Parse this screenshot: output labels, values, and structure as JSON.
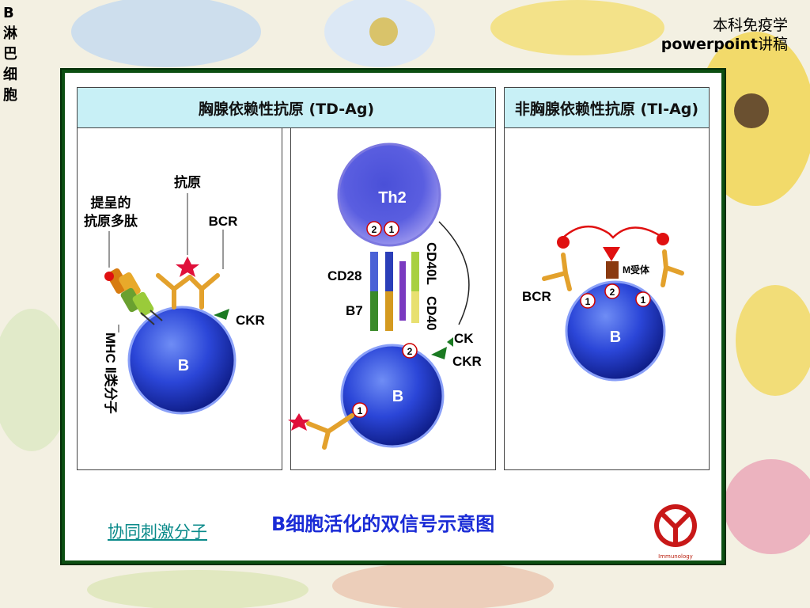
{
  "corner_title": [
    "B",
    "淋",
    "巴",
    "细",
    "胞"
  ],
  "header": {
    "line1": "本科免疫学",
    "line2_bold": "powerpoint",
    "line2_rest": "讲稿"
  },
  "panels": {
    "td_title": "胸腺依赖性抗原 (TD-Ag)",
    "ti_title": "非胸腺依赖性抗原 (TI-Ag)"
  },
  "labels": {
    "peptide": [
      "提呈的",
      "抗原多肽"
    ],
    "antigen": "抗原",
    "bcr": "BCR",
    "ckr": "CKR",
    "mhc": "MHC Ⅱ类分子",
    "b": "B",
    "th2": "Th2",
    "cd28": "CD28",
    "b7": "B7",
    "cd40l": "CD40L",
    "cd40": "CD40",
    "ck": "CK",
    "m_receptor": "M受体",
    "one": "1",
    "two": "2"
  },
  "caption": "B细胞活化的双信号示意图",
  "link": "协同刺激分子",
  "logo_text": "Immunology",
  "colors": {
    "frame": "#0c4f12",
    "header_fill": "#c8f0f6",
    "caption": "#1a2bd6",
    "link": "#0a8a8a"
  }
}
